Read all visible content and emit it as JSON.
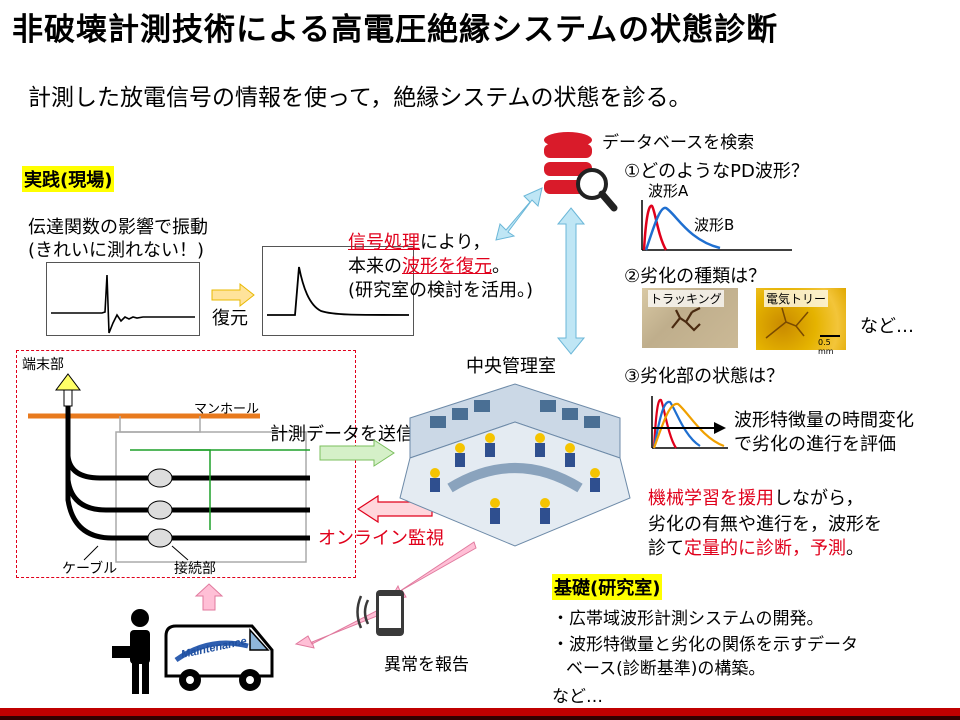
{
  "title": "非破壊計測技術による高電圧絶縁システムの状態診断",
  "subtitle": "計測した放電信号の情報を使って，絶縁システムの状態を診る。",
  "practice": {
    "label": "実践(現場)",
    "vibration_line1": "伝達関数の影響で振動",
    "vibration_line2": "(きれいに測れない！)",
    "restore_label": "復元",
    "signal_red": "信号処理",
    "signal_text1": "により，",
    "signal_text2_pre": "本来の",
    "signal_text2_red": "波形を復元",
    "signal_text2_post": "。",
    "signal_text3": "(研究室の検討を活用。)"
  },
  "field": {
    "terminal_label": "端末部",
    "manhole_label": "マンホール",
    "cable_label": "ケーブル",
    "joint_label": "接続部"
  },
  "center": {
    "control_room_label": "中央管理室",
    "send_data_label": "計測データを送信",
    "online_monitor_label": "オンライン監視",
    "report_label": "異常を報告",
    "van_text": "Maintenance"
  },
  "database": {
    "search_label": "データベースを検索",
    "q1": "①どのようなPD波形？",
    "waveA": "波形A",
    "waveB": "波形B",
    "q2": "②劣化の種類は？",
    "tracking": "トラッキング",
    "tree": "電気トリー",
    "scale": "0.5 mm",
    "etc": "など…",
    "q3": "③劣化部の状態は？",
    "feature_line1": "波形特徴量の時間変化",
    "feature_line2": "で劣化の進行を評価"
  },
  "ml": {
    "line1_red": "機械学習を援用",
    "line1_post": "しながら，",
    "line2": "劣化の有無や進行を，波形を",
    "line3_pre": "診て",
    "line3_red": "定量的に診断，予測",
    "line3_post": "。"
  },
  "basic": {
    "label": "基礎(研究室)",
    "item1": "・広帯域波形計測システムの開発。",
    "item2_line1": "・波形特徴量と劣化の関係を示すデータ",
    "item2_line2": "ベース(診断基準)の構築。",
    "etc": "など…"
  },
  "colors": {
    "accent_red": "#e0001b",
    "highlight_yellow": "#ffff00",
    "arrow_blue": "#bfe6f5",
    "arrow_green": "#d5f0c8",
    "arrow_pink": "#ffbfd6",
    "arrow_yellow": "#ffe39a",
    "waveA_red": "#e0001b",
    "waveB_blue": "#1f6fd0",
    "wave_orange": "#f0a000"
  },
  "icons": {
    "database": "database-search-icon",
    "phone": "smartphone-vibrate-icon",
    "worker": "worker-icon",
    "van": "maintenance-van-icon"
  }
}
